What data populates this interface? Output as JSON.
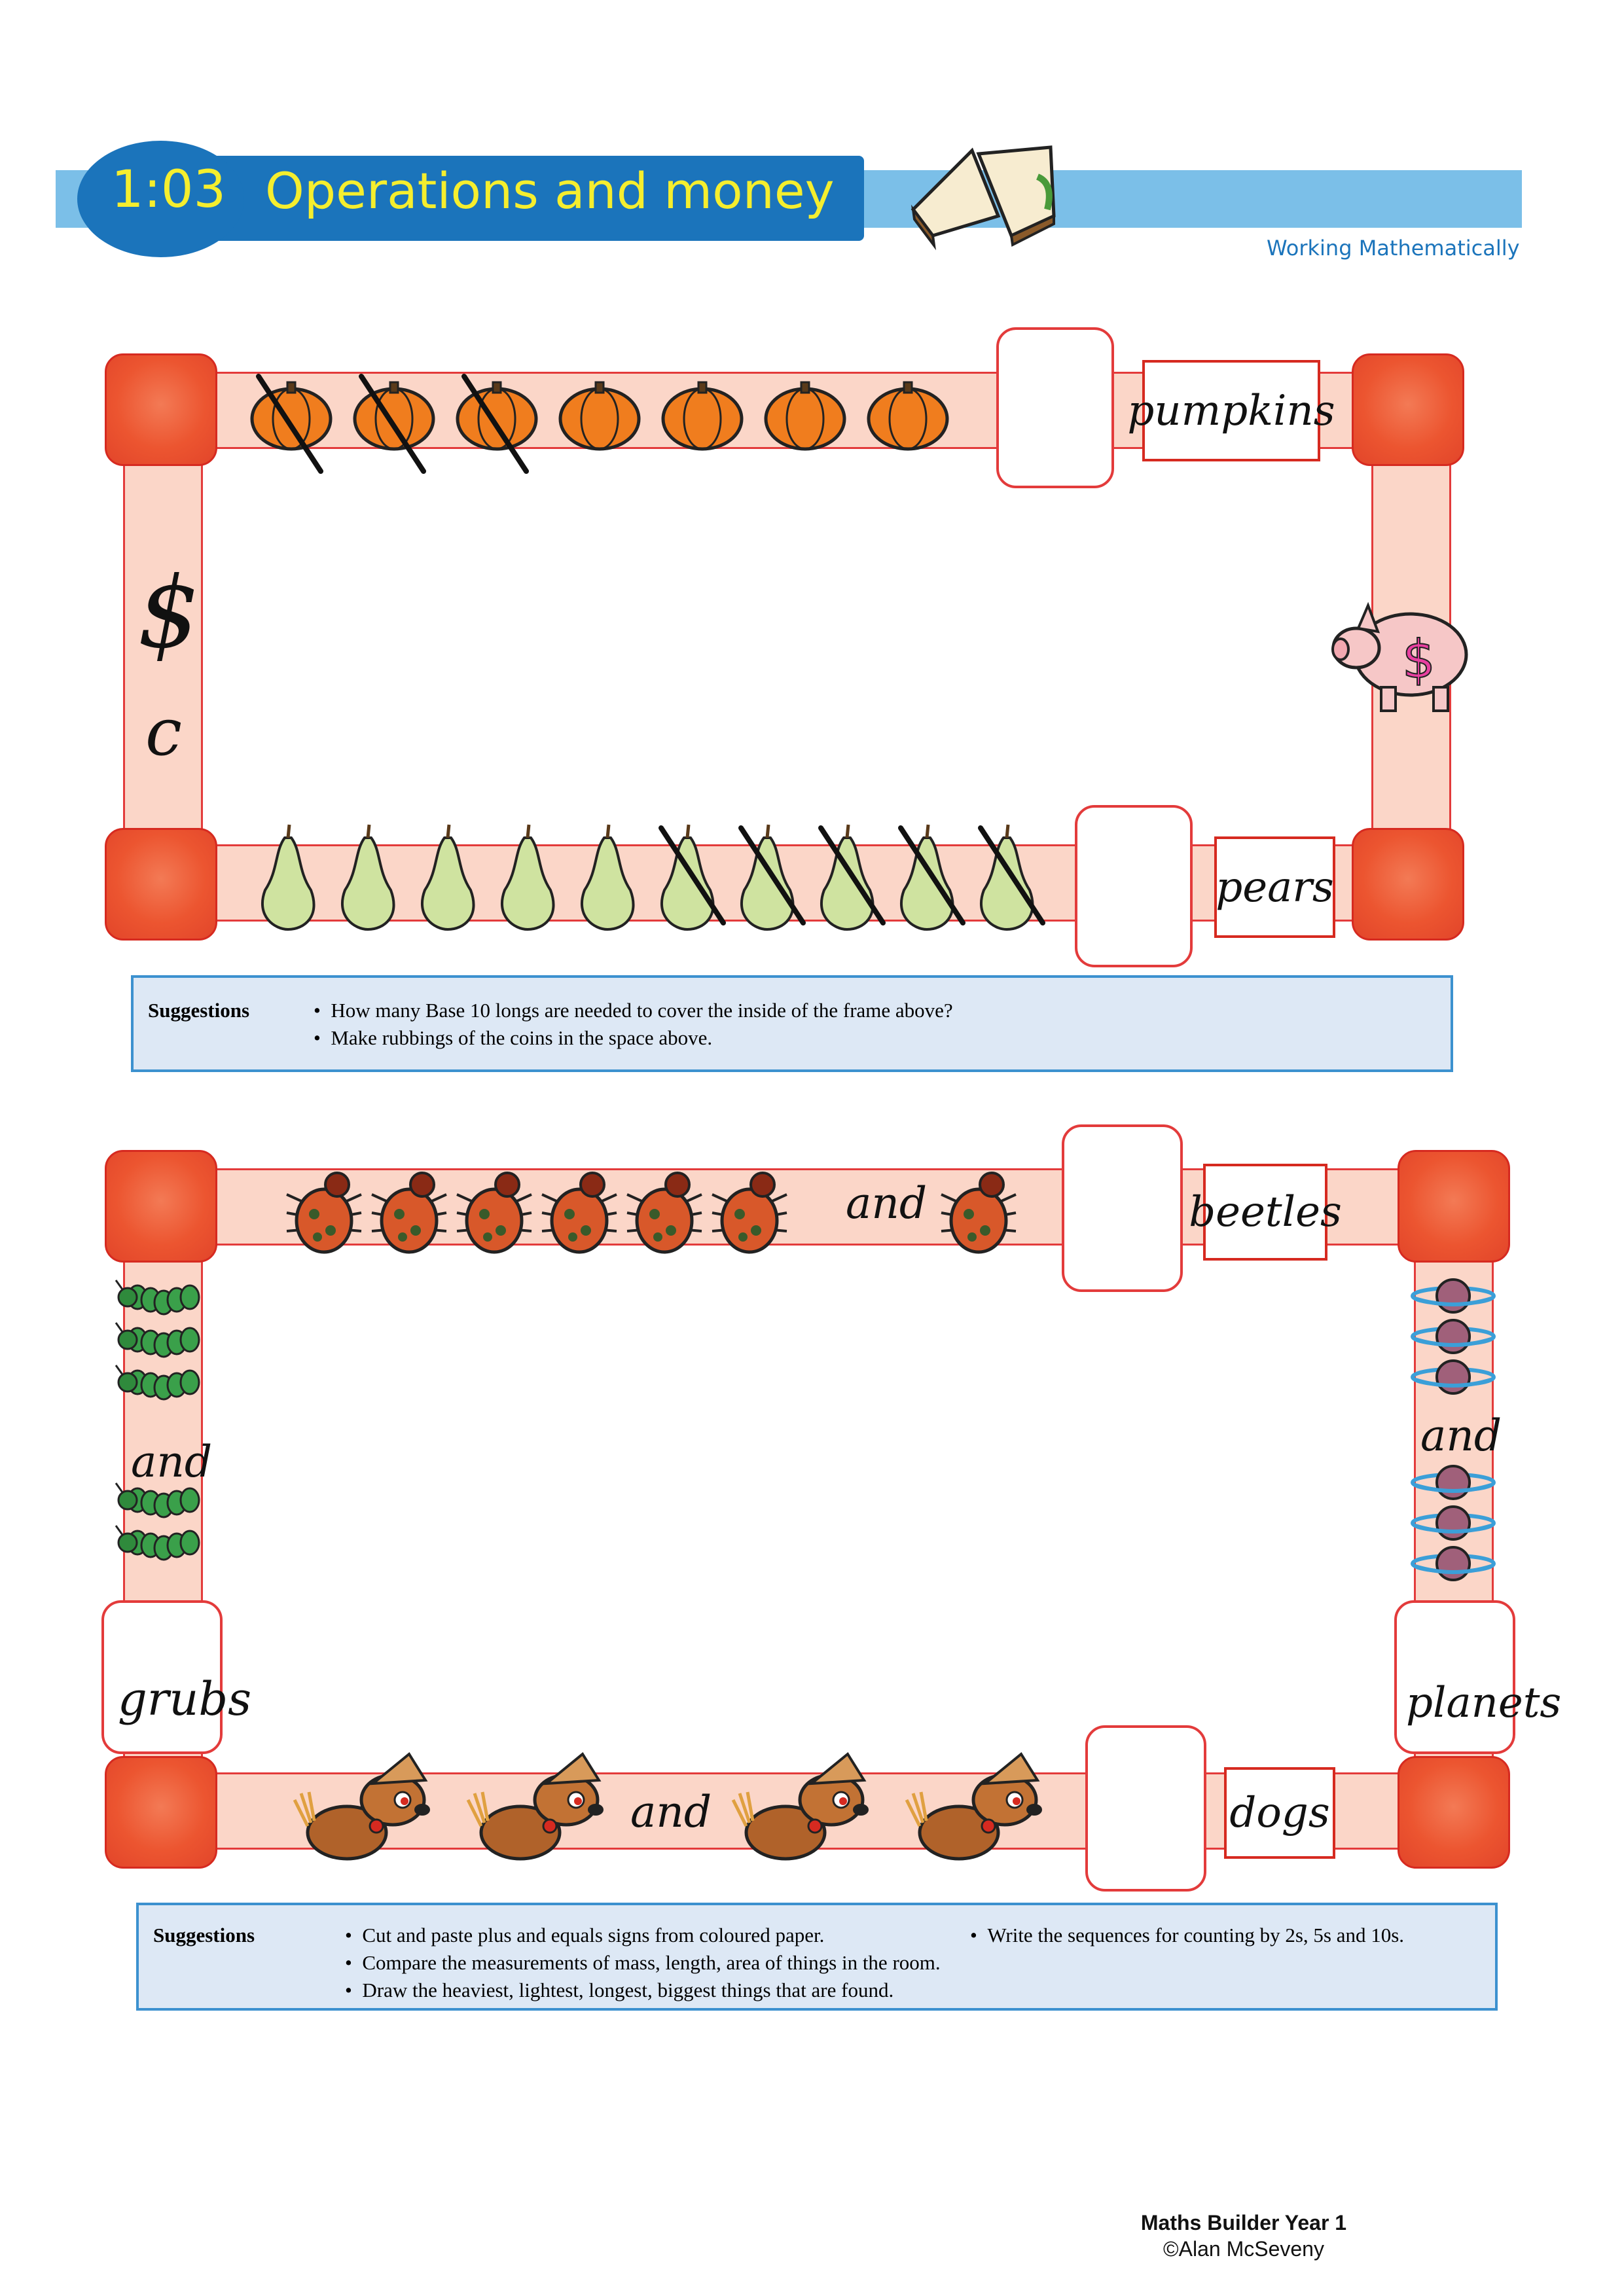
{
  "header": {
    "number": "1:03",
    "title": "Operations and money",
    "subtitle": "Working Mathematically"
  },
  "frame1": {
    "top_label": "pumpkins",
    "bottom_label": "pears",
    "left_symbols": [
      "$",
      "c"
    ],
    "pumpkins": {
      "total": 7,
      "crossed_out": 3
    },
    "pears": {
      "total": 10,
      "crossed_out": 5
    }
  },
  "suggestions1": {
    "label": "Suggestions",
    "items": [
      "How many Base 10 longs are needed to cover the inside of the frame above?",
      "Make rubbings of the coins in the space above."
    ]
  },
  "frame2": {
    "top_label": "beetles",
    "bottom_label": "dogs",
    "left_label": "grubs",
    "right_label": "planets",
    "connector": "and",
    "beetles": {
      "before_and": 6,
      "after_and": 1
    },
    "dogs": {
      "before_and": 2,
      "after_and": 2
    },
    "grubs": {
      "before_and": 3,
      "after_and": 2
    },
    "planets": {
      "before_and": 3,
      "after_and": 3
    }
  },
  "suggestions2": {
    "label": "Suggestions",
    "items": [
      "Cut and paste plus and equals signs from coloured paper.",
      "Write the sequences for counting by 2s, 5s and 10s.",
      "Compare the measurements of mass, length, area of things in the room.",
      "Draw the heaviest, lightest, longest, biggest things that are found."
    ]
  },
  "footer": {
    "book": "Maths Builder Year 1",
    "copyright": "©Alan McSeveny"
  },
  "colors": {
    "header_blue": "#1b74bb",
    "header_band": "#7bbfe8",
    "title_yellow": "#f5ee2e",
    "frame_fill": "#fbd6c8",
    "frame_border": "#e33b3b",
    "corner_fill": "#ec5530",
    "suggestion_fill": "#dde8f5"
  }
}
